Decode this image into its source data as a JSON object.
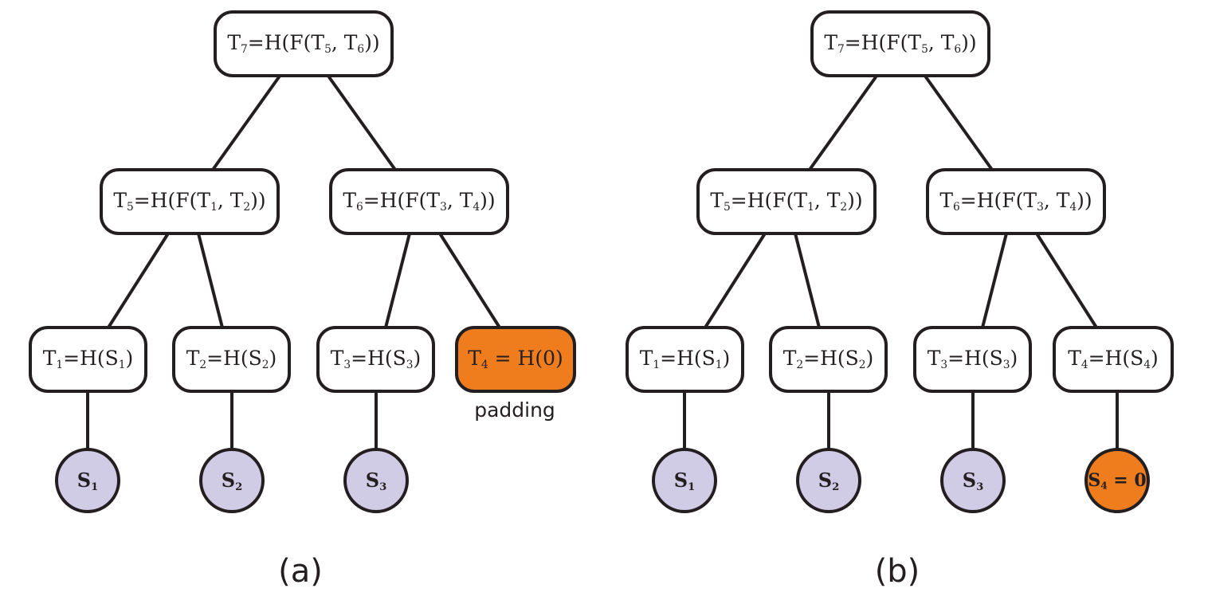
{
  "panels": [
    {
      "label": "(a)",
      "nodes": {
        "root": [
          "T",
          "7",
          "=H(F(T",
          "5",
          ", T",
          "6",
          "))"
        ],
        "n5": [
          "T",
          "5",
          "=H(F(T",
          "1",
          ", T",
          "2",
          "))"
        ],
        "n6": [
          "T",
          "6",
          "=H(F(T",
          "3",
          ", T",
          "4",
          "))"
        ],
        "n1": [
          "T",
          "1",
          "=H(S",
          "1",
          ")"
        ],
        "n2": [
          "T",
          "2",
          "=H(S",
          "2",
          ")"
        ],
        "n3": [
          "T",
          "3",
          "=H(S",
          "3",
          ")"
        ],
        "n4": [
          "T",
          "4",
          " = H(0)"
        ]
      },
      "leaves": {
        "s1": [
          "S",
          "1"
        ],
        "s2": [
          "S",
          "2"
        ],
        "s3": [
          "S",
          "3"
        ]
      },
      "padding_label": "padding"
    },
    {
      "label": "(b)",
      "nodes": {
        "root": [
          "T",
          "7",
          "=H(F(T",
          "5",
          ", T",
          "6",
          "))"
        ],
        "n5": [
          "T",
          "5",
          "=H(F(T",
          "1",
          ", T",
          "2",
          "))"
        ],
        "n6": [
          "T",
          "6",
          "=H(F(T",
          "3",
          ", T",
          "4",
          "))"
        ],
        "n1": [
          "T",
          "1",
          "=H(S",
          "1",
          ")"
        ],
        "n2": [
          "T",
          "2",
          "=H(S",
          "2",
          ")"
        ],
        "n3": [
          "T",
          "3",
          "=H(S",
          "3",
          ")"
        ],
        "n4": [
          "T",
          "4",
          "=H(S",
          "4",
          ")"
        ]
      },
      "leaves": {
        "s1": [
          "S",
          "1"
        ],
        "s2": [
          "S",
          "2"
        ],
        "s3": [
          "S",
          "3"
        ],
        "s4": [
          "S",
          "4",
          " = 0"
        ]
      }
    }
  ],
  "colors": {
    "padding_fill": "#ef7d1e",
    "leaf_fill": "#d0cce6",
    "stroke": "#231f20"
  }
}
